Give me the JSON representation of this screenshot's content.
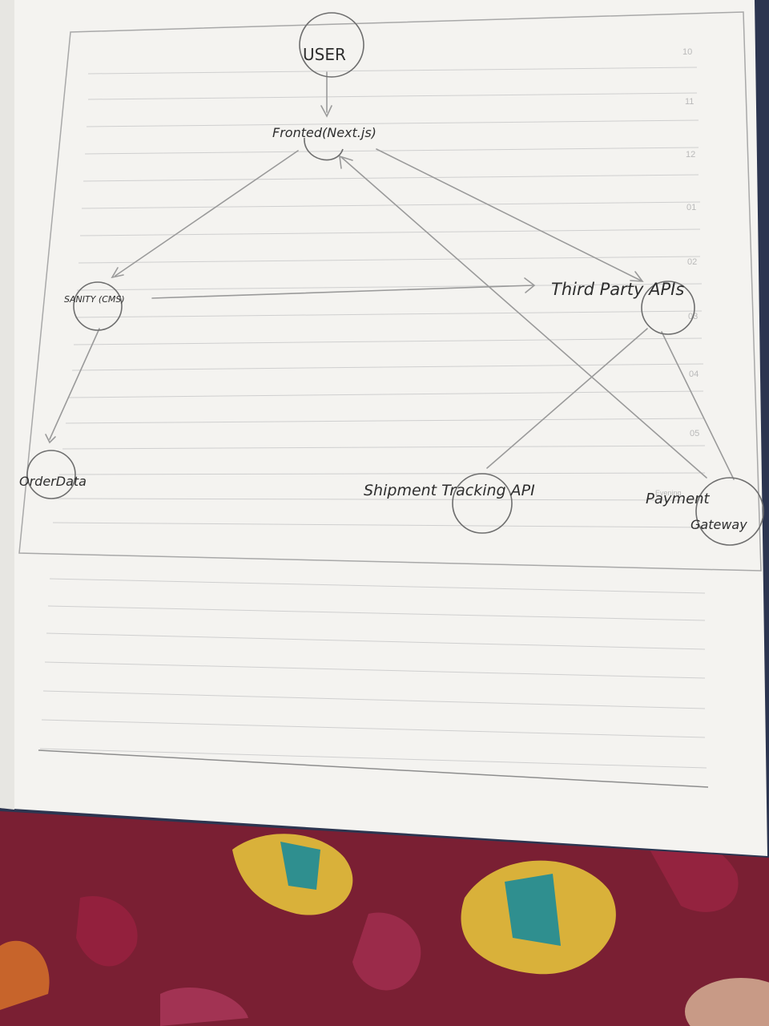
{
  "diagram": {
    "nodes": {
      "user": "USER",
      "frontend": "Fronted(Next.js)",
      "cms": "SANITY (CMS)",
      "third_party": "Third Party APIs",
      "order_data": "OrderData",
      "shipment": "Shipment Tracking API",
      "payment_1": "Payment",
      "payment_2": "Gateway"
    }
  },
  "notebook": {
    "page_numbers": [
      "10",
      "11",
      "12",
      "01",
      "02",
      "03",
      "04",
      "05"
    ],
    "faint_label": "Evening"
  },
  "colors": {
    "fabric": "#7a1f33",
    "paper": "#f4f3f0",
    "ink": "#2e2e2e",
    "pencil": "#9a9a9a",
    "ruled_line": "#c9c9c9"
  }
}
